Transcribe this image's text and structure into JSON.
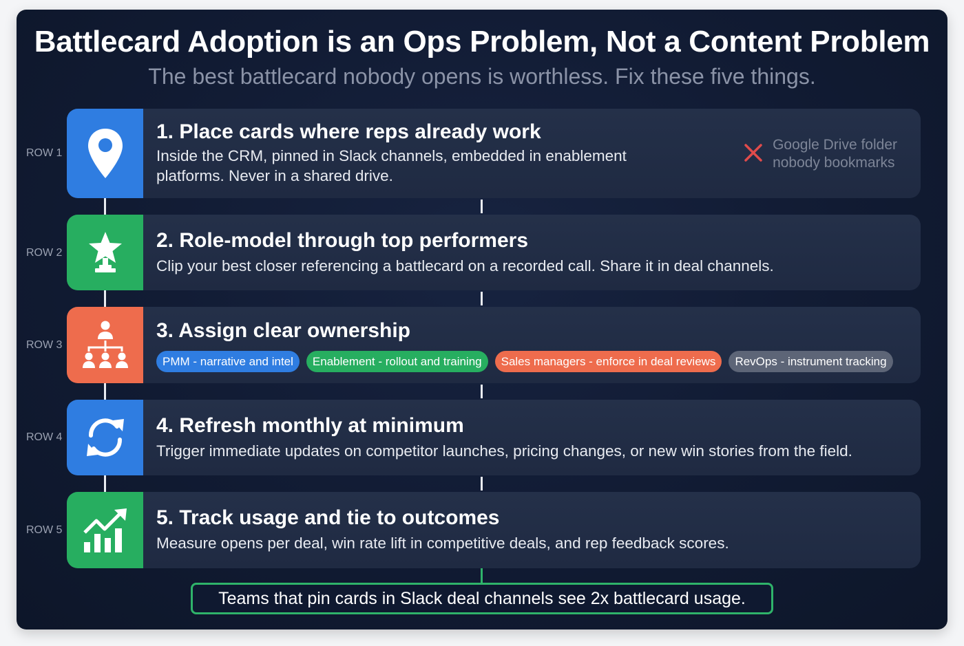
{
  "header": {
    "title": "Battlecard Adoption is an Ops Problem, Not a Content Problem",
    "subtitle": "The best battlecard nobody opens is worthless. Fix these five things."
  },
  "colors": {
    "blue": "#2f7de1",
    "green": "#27ae60",
    "orange": "#ee6c4d",
    "gray": "#5d6577",
    "red_x": "#e04b4b",
    "callout_border": "#2fb36a"
  },
  "rows": [
    {
      "label": "ROW 1",
      "icon": "map-pin-icon",
      "title": "1. Place cards where reps already work",
      "description": "Inside the CRM, pinned in Slack channels, embedded in enablement platforms. Never in a shared drive.",
      "anti_pattern": {
        "icon": "x-icon",
        "line1": "Google Drive folder",
        "line2": "nobody bookmarks"
      }
    },
    {
      "label": "ROW 2",
      "icon": "star-trophy-icon",
      "title": "2. Role-model through top performers",
      "description": "Clip your best closer referencing a battlecard on a recorded call. Share it in deal channels."
    },
    {
      "label": "ROW 3",
      "icon": "org-chart-icon",
      "title": "3. Assign clear ownership",
      "owners": [
        {
          "text": "PMM - narrative and intel",
          "color": "#2f7de1"
        },
        {
          "text": "Enablement - rollout and training",
          "color": "#27ae60"
        },
        {
          "text": "Sales managers - enforce in deal reviews",
          "color": "#ee6c4d"
        },
        {
          "text": "RevOps - instrument tracking",
          "color": "#5d6577"
        }
      ]
    },
    {
      "label": "ROW 4",
      "icon": "refresh-icon",
      "title": "4. Refresh monthly at minimum",
      "description": "Trigger immediate updates on competitor launches, pricing changes, or new win stories from the field."
    },
    {
      "label": "ROW 5",
      "icon": "chart-growth-icon",
      "title": "5. Track usage and tie to outcomes",
      "description": "Measure opens per deal, win rate lift in competitive deals, and rep feedback scores."
    }
  ],
  "callout": {
    "text": "Teams that pin cards in Slack deal channels see 2x battlecard usage."
  }
}
